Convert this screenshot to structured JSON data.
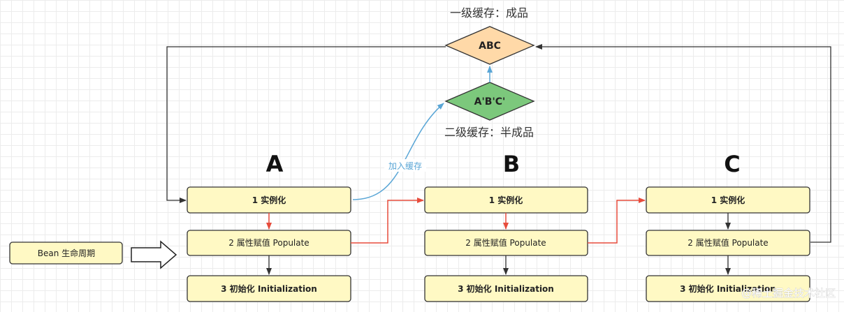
{
  "top_caption": "一级缓存：成品",
  "second_caption": "二级缓存：半成品",
  "diamond_top": {
    "label": "ABC",
    "fill": "#ffd9a8"
  },
  "diamond_mid": {
    "label": "A'B'C'",
    "fill": "#7cc87c"
  },
  "edge_label": "加入缓存",
  "lifecycle_label": "Bean 生命周期",
  "columns": [
    {
      "letter": "A",
      "step1": "1 实例化",
      "step2": "2 属性赋值 Populate",
      "step3": "3 初始化 Initialization"
    },
    {
      "letter": "B",
      "step1": "1 实例化",
      "step2": "2 属性赋值 Populate",
      "step3": "3 初始化 Initialization"
    },
    {
      "letter": "C",
      "step1": "1 实例化",
      "step2": "2 属性赋值 Populate",
      "step3": "3 初始化 Initialization"
    }
  ],
  "watermark": "@稀土掘金技术社区",
  "colors": {
    "box_fill": "#fff9c4",
    "red_arrow": "#e74c3c",
    "blue_arrow": "#5aa6d6",
    "dark_line": "#333333"
  }
}
